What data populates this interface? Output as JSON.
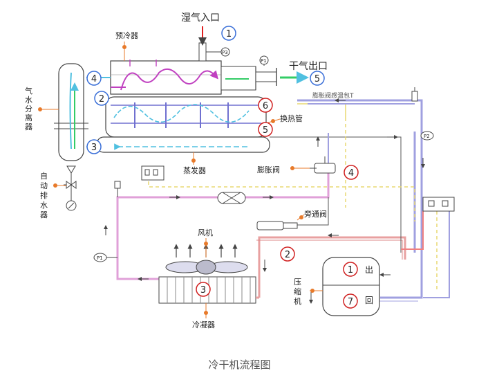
{
  "labels": {
    "wet_air_in": "湿气入口",
    "dry_air_out": "干气出口",
    "precooler": "预冷器",
    "gas_water_separator": [
      "气",
      "水",
      "分",
      "离",
      "器"
    ],
    "auto_drain": [
      "自",
      "动",
      "排",
      "水",
      "器"
    ],
    "evaporator": "蒸发器",
    "heat_exchange_tube": "换热管",
    "expansion_valve": "膨胀阀",
    "bulb": "膨胀阀感温包T",
    "bypass_valve": "旁通阀",
    "fan": "风机",
    "condenser": "冷凝器",
    "compressor": [
      "压",
      "缩",
      "机"
    ],
    "outlet": "出",
    "return": "回",
    "p1": "P1",
    "p2": "P2",
    "p3": "P3"
  },
  "markers": {
    "blue": {
      "m1": "1",
      "m4": "4",
      "m2": "2",
      "m3": "3",
      "m5": "5"
    },
    "red": {
      "m6": "6",
      "m5": "5",
      "m4": "4",
      "m2": "2",
      "m3": "3",
      "m1": "1",
      "m7": "7"
    }
  },
  "caption": "冷干机流程图",
  "colors": {
    "line": "#444444",
    "refrigerant_hot": "#e8a0a0",
    "refrigerant_cold": "#a0a0e0",
    "air_flow": "#50c0e0",
    "warm_air": "#c040c0",
    "dry_air": "#33cc66",
    "leader": "#e87a2a",
    "signal": "#e8d870",
    "blue_marker": "#3a6fd8",
    "red_marker": "#d02020",
    "wet_air_arrow": "#e02020"
  }
}
